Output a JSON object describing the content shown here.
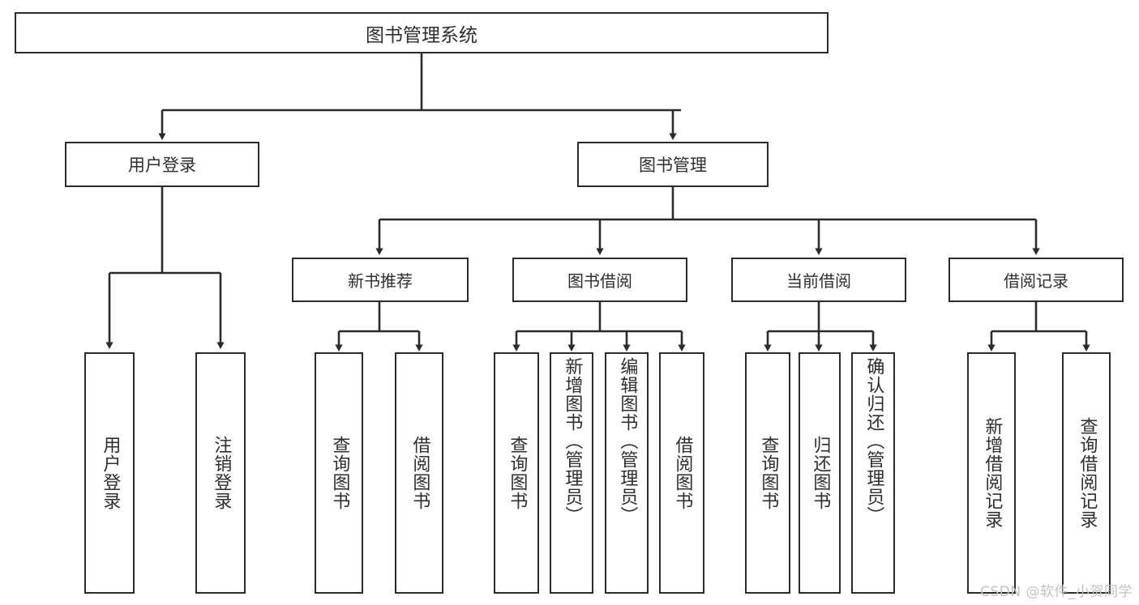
{
  "diagram": {
    "title": "图书管理系统",
    "type": "tree",
    "orientation": "top-down",
    "colors": {
      "box_border": "#2b2b2b",
      "box_fill": "#ffffff",
      "text": "#2e2e2e",
      "connector": "#2b2b2b",
      "watermark": "#c2c2c2",
      "background": "#ffffff"
    },
    "root": {
      "label": "图书管理系统"
    },
    "level1": [
      {
        "label": "用户登录"
      },
      {
        "label": "图书管理"
      }
    ],
    "level2": [
      {
        "label": "新书推荐"
      },
      {
        "label": "图书借阅"
      },
      {
        "label": "当前借阅"
      },
      {
        "label": "借阅记录"
      }
    ],
    "leaves": {
      "user_login": [
        {
          "label": "用户登录"
        },
        {
          "label": "注销登录"
        }
      ],
      "new_book": [
        {
          "label": "查询图书"
        },
        {
          "label": "借阅图书"
        }
      ],
      "book_borrow": [
        {
          "label": "查询图书"
        },
        {
          "label": "新增图书（管理员）"
        },
        {
          "label": "编辑图书（管理员）"
        },
        {
          "label": "借阅图书"
        }
      ],
      "current_borrow": [
        {
          "label": "查询图书"
        },
        {
          "label": "归还图书"
        },
        {
          "label": "确认归还（管理员）"
        }
      ],
      "borrow_record": [
        {
          "label": "新增借阅记录"
        },
        {
          "label": "查询借阅记录"
        }
      ]
    },
    "watermark": "CSDN @软件_小贺同学"
  }
}
